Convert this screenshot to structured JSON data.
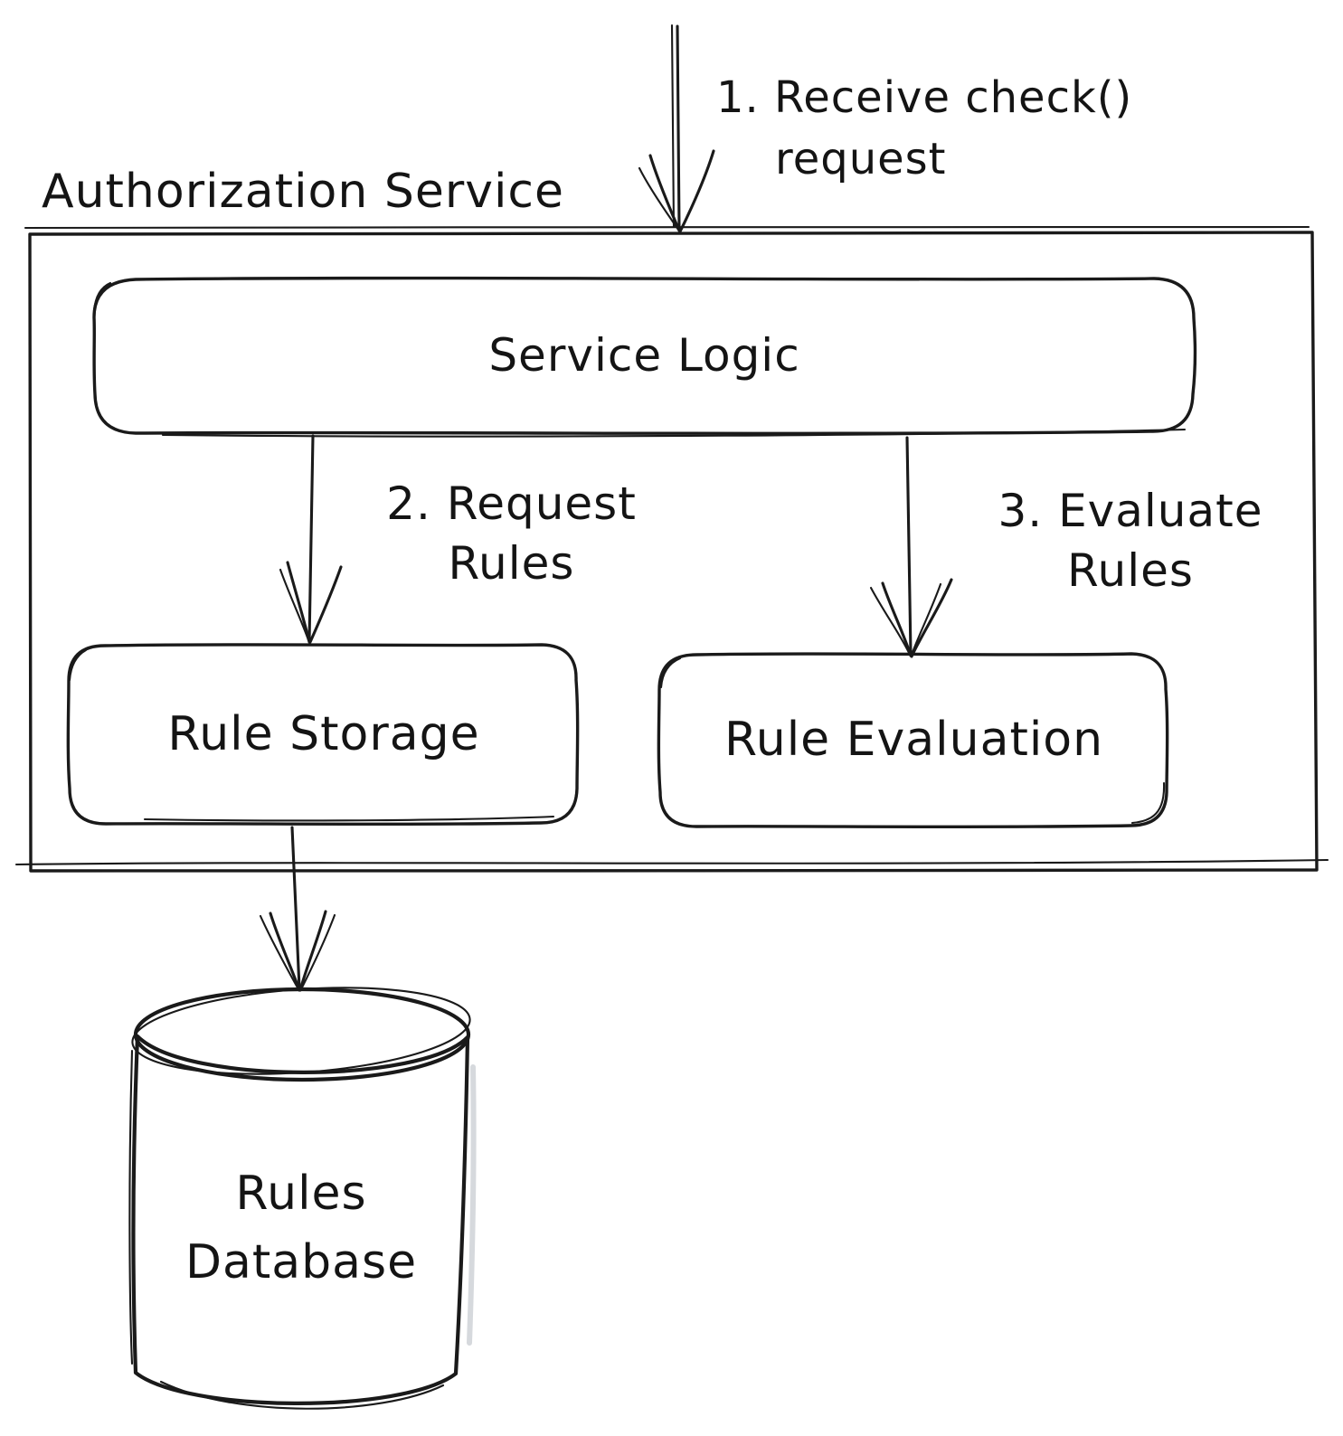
{
  "diagram": {
    "container_label": "Authorization Service",
    "nodes": {
      "service_logic": "Service Logic",
      "rule_storage": "Rule Storage",
      "rule_evaluation": "Rule Evaluation",
      "rules_database": "Rules\nDatabase"
    },
    "annotations": {
      "step1": "1. Receive check()\n    request",
      "step2": "2. Request\nRules",
      "step3": "3. Evaluate\nRules"
    },
    "colors": {
      "ink": "#1a1a1a",
      "database_body": "#ced3da",
      "database_top": "#f1f3f5",
      "background": "#ffffff"
    }
  }
}
